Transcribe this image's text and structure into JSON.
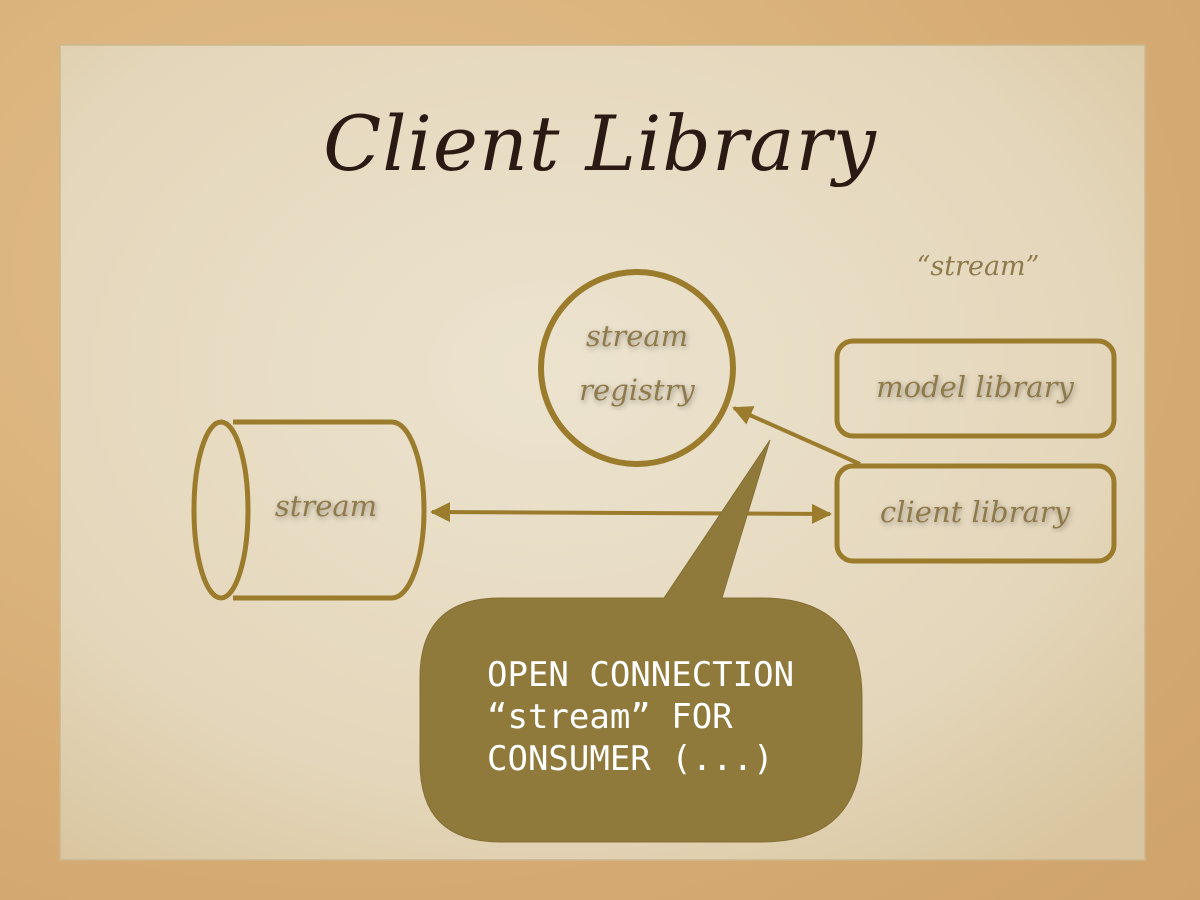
{
  "title": "Client Library",
  "nodes": {
    "stream_cylinder": "stream",
    "registry_line1": "stream",
    "registry_line2": "registry",
    "model_library": "model library",
    "client_library": "client library",
    "quoted_stream": "“stream”"
  },
  "callout": {
    "line1": "OPEN CONNECTION",
    "line2": "“stream” FOR",
    "line3": "CONSUMER (...)"
  },
  "colors": {
    "accent": "#9b7c2c",
    "bubble": "#8f7a3b",
    "title": "#2b1a14",
    "label": "#8e7a4c",
    "paper": "#e8dcc2"
  }
}
